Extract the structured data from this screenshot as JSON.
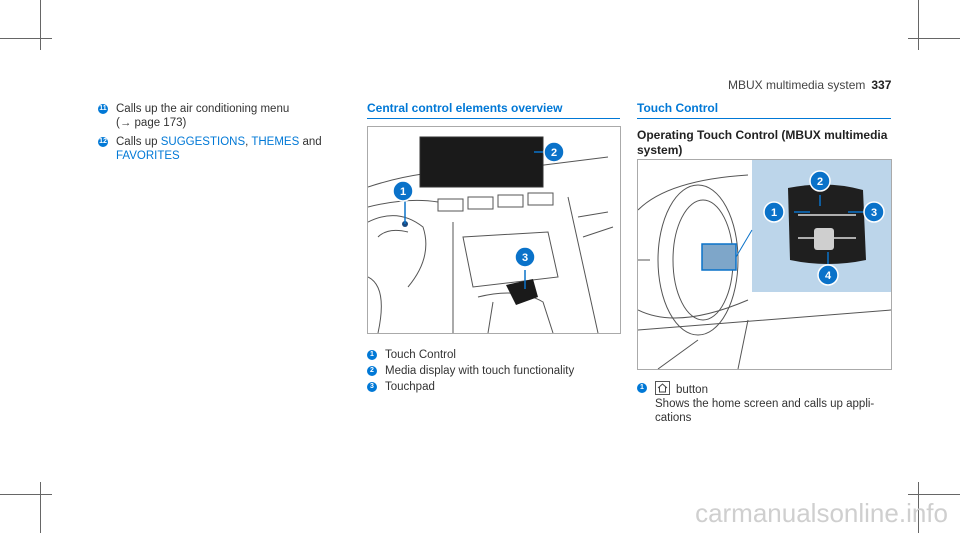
{
  "header": {
    "title": "MBUX multimedia system",
    "page": "337"
  },
  "left_col": {
    "item11": {
      "badge": "11",
      "text": "Calls up the air conditioning menu",
      "ref": "(→ page 173)"
    },
    "item12": {
      "badge": "12",
      "pre": "Calls up",
      "link1": "SUGGESTIONS",
      "sep": ",",
      "link2": "THEMES",
      "and": "and",
      "link3": "FAVORITES"
    }
  },
  "mid_col": {
    "title": "Central control elements overview",
    "figure": {
      "callouts": [
        "1",
        "2",
        "3"
      ]
    },
    "legend": [
      {
        "badge": "1",
        "text": "Touch Control"
      },
      {
        "badge": "2",
        "text": "Media display with touch functionality"
      },
      {
        "badge": "3",
        "text": "Touchpad"
      }
    ]
  },
  "right_col": {
    "title": "Touch Control",
    "subtitle_line1": "Operating Touch Control (MBUX multimedia",
    "subtitle_line2": "system)",
    "figure": {
      "callouts": [
        "1",
        "2",
        "3",
        "4"
      ],
      "panel_color": "#bcd5ea"
    },
    "legend": {
      "badge": "1",
      "icon": "home-icon",
      "label": "button",
      "desc_line1": "Shows the home screen and calls up appli-",
      "desc_line2": "cations"
    }
  },
  "watermark": "carmanualsonline.info",
  "colors": {
    "accent": "#0078d6",
    "callout": "#0a72c9"
  }
}
